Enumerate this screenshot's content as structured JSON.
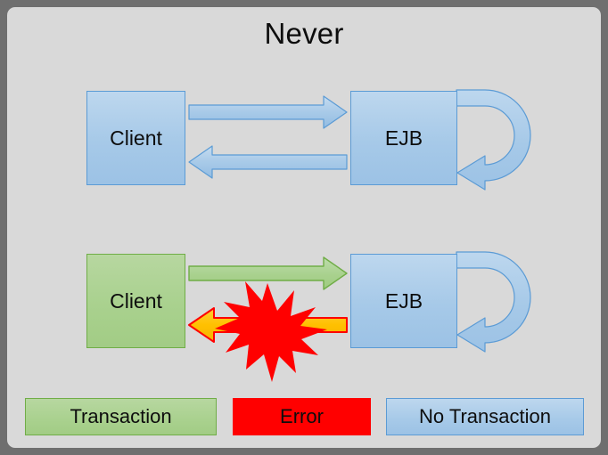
{
  "slide": {
    "title": "Never",
    "frame_color": "#6f6f6f",
    "canvas_color": "#d9d9d9"
  },
  "palette": {
    "blue_fill": "#9cc2e5",
    "blue_stroke": "#5b9bd5",
    "green_fill": "#a9d18e",
    "green_stroke": "#70ad47",
    "orange_fill": "#ffc000",
    "red": "#ff0000",
    "text": "#0d0d0d"
  },
  "rows": [
    {
      "name": "no-transaction-row",
      "client": {
        "label": "Client",
        "style": "blue"
      },
      "ejb": {
        "label": "EJB",
        "style": "blue"
      },
      "arrow_forward": {
        "name": "call-arrow",
        "direction": "right",
        "style": "blue"
      },
      "arrow_return": {
        "name": "return-arrow",
        "direction": "left",
        "style": "blue"
      },
      "self_loop": {
        "name": "ejb-self-invocation-loop",
        "style": "blue"
      },
      "error": null
    },
    {
      "name": "transaction-row",
      "client": {
        "label": "Client",
        "style": "green"
      },
      "ejb": {
        "label": "EJB",
        "style": "blue"
      },
      "arrow_forward": {
        "name": "call-arrow",
        "direction": "right",
        "style": "green"
      },
      "arrow_return": {
        "name": "return-arrow",
        "direction": "left",
        "style": "orange"
      },
      "self_loop": {
        "name": "ejb-self-invocation-loop",
        "style": "blue"
      },
      "error": {
        "name": "error-explosion",
        "style": "red"
      }
    }
  ],
  "legend": {
    "items": [
      {
        "label": "Transaction",
        "style": "green"
      },
      {
        "label": "Error",
        "style": "red"
      },
      {
        "label": "No Transaction",
        "style": "blue"
      }
    ]
  }
}
